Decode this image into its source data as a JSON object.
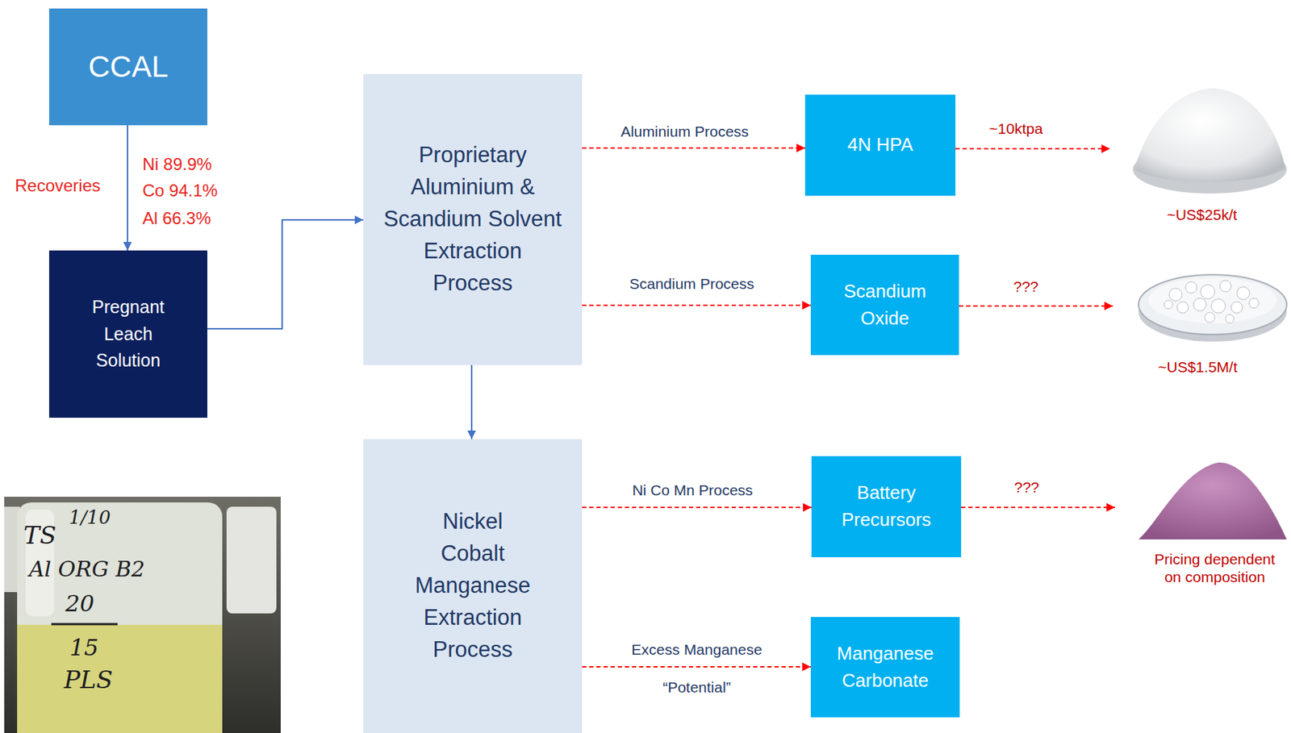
{
  "diagram": {
    "nodes": [
      {
        "text": [
          "CCAL"
        ]
      },
      {
        "text": [
          "Pregnant Leach Solution"
        ]
      },
      {
        "text": [
          "Proprietary Aluminium & Scandium Solvent Extraction Process"
        ]
      },
      {
        "text": [
          "Nickel Cobalt Manganese Extraction Process"
        ]
      },
      {
        "text": [
          "4N HPA"
        ]
      },
      {
        "text": [
          "Scandium Oxide"
        ]
      },
      {
        "text": [
          "Battery Precursors"
        ]
      },
      {
        "text": [
          "Manganese Carbonate"
        ]
      }
    ],
    "edges": [
      {
        "from": 0,
        "to": 1,
        "arrow": "to"
      },
      {
        "from": 1,
        "to": 2,
        "arrow": "to"
      },
      {
        "from": 2,
        "to": 3,
        "arrow": "to"
      },
      {
        "from": 2,
        "to": 4,
        "label": "Aluminium Process",
        "arrow": "to"
      },
      {
        "from": 2,
        "to": 5,
        "label": "Scandium Process",
        "arrow": "to"
      },
      {
        "from": 3,
        "to": 6,
        "label": "Ni Co Mn Process",
        "arrow": "to"
      },
      {
        "from": 3,
        "to": 7,
        "label": "Excess Manganese",
        "arrow": "to"
      }
    ],
    "labels": [
      "Recoveries",
      "Ni 89.9%",
      "Co 94.1%",
      "Al 66.3%",
      "~10ktpa",
      "???",
      "???",
      "~US$25k/t",
      "~US$1.5M/t",
      "Pricing dependent on composition",
      "“Potential”",
      "TS",
      "1/10",
      "Al ORG B2",
      "20",
      "15",
      "PLS"
    ]
  }
}
